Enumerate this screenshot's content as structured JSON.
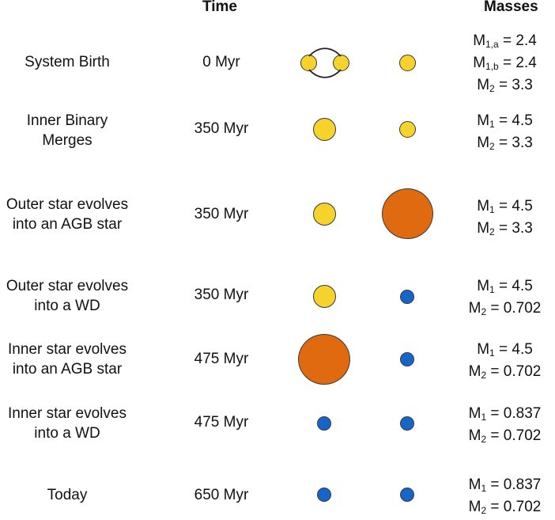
{
  "headers": {
    "time": "Time",
    "masses": "Masses"
  },
  "colors": {
    "yellow_star": "#f5d22c",
    "agb_star": "#e06a10",
    "white_dwarf": "#1566c8",
    "outline": "#3a3a3a"
  },
  "rows": [
    {
      "stage_line1": "System Birth",
      "stage_line2": "",
      "time": "0 Myr",
      "masses": [
        {
          "sym": "M",
          "sub": "1,a",
          "val": " = 2.4"
        },
        {
          "sym": "M",
          "sub": "1,b",
          "val": " = 2.4"
        },
        {
          "sym": "M",
          "sub": "2",
          "val": " = 3.3"
        }
      ]
    },
    {
      "stage_line1": "Inner Binary",
      "stage_line2": "Merges",
      "time": "350 Myr",
      "masses": [
        {
          "sym": "M",
          "sub": "1",
          "val": " = 4.5"
        },
        {
          "sym": "M",
          "sub": "2",
          "val": " = 3.3"
        }
      ]
    },
    {
      "stage_line1": "Outer star evolves",
      "stage_line2": "into an AGB star",
      "time": "350 Myr",
      "masses": [
        {
          "sym": "M",
          "sub": "1",
          "val": " = 4.5"
        },
        {
          "sym": "M",
          "sub": "2",
          "val": " = 3.3"
        }
      ]
    },
    {
      "stage_line1": "Outer star evolves",
      "stage_line2": "into a WD",
      "time": "350 Myr",
      "masses": [
        {
          "sym": "M",
          "sub": "1",
          "val": " = 4.5"
        },
        {
          "sym": "M",
          "sub": "2",
          "val": " = 0.702"
        }
      ]
    },
    {
      "stage_line1": "Inner star evolves",
      "stage_line2": "into an AGB star",
      "time": "475 Myr",
      "masses": [
        {
          "sym": "M",
          "sub": "1",
          "val": " = 4.5"
        },
        {
          "sym": "M",
          "sub": "2",
          "val": " = 0.702"
        }
      ]
    },
    {
      "stage_line1": "Inner star evolves",
      "stage_line2": "into a WD",
      "time": "475 Myr",
      "masses": [
        {
          "sym": "M",
          "sub": "1",
          "val": " = 0.837"
        },
        {
          "sym": "M",
          "sub": "2",
          "val": " = 0.702"
        }
      ]
    },
    {
      "stage_line1": "Today",
      "stage_line2": "",
      "time": "650 Myr",
      "masses": [
        {
          "sym": "M",
          "sub": "1",
          "val": " = 0.837"
        },
        {
          "sym": "M",
          "sub": "2",
          "val": " = 0.702"
        }
      ]
    }
  ]
}
